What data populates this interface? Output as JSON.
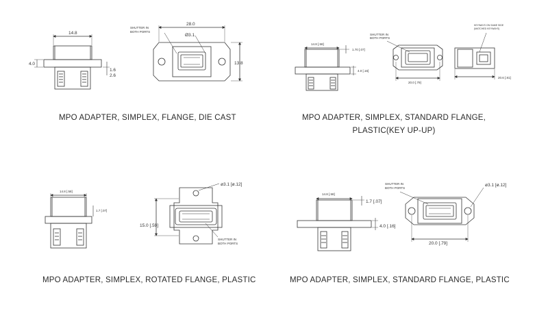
{
  "panels": [
    {
      "caption": "MPO ADAPTER, SIMPLEX, FLANGE, DIE CAST",
      "side": {
        "width": "14.8",
        "height": "4.0",
        "flange": "1.6",
        "flange2": "2.6"
      },
      "front": {
        "width": "28.0",
        "hole": "Ø3.1",
        "height": "13.8",
        "shutter": [
          "SHUTTER IN",
          "BOTH PORTS"
        ]
      }
    },
    {
      "caption_lines": [
        "MPO ADAPTER, SIMPLEX, STANDARD FLANGE,",
        "PLASTIC(KEY UP-UP)"
      ],
      "side": {
        "width": "14.8 [.58]",
        "top": "1.70 [.07]",
        "height": "4.0 [.16]"
      },
      "front": {
        "width": "20.0 [.79]",
        "shutter": [
          "SHUTTER IN",
          "BOTH PORTS"
        ]
      },
      "back": {
        "width": "20.6 [.81]",
        "note": [
          "KEYWAYS ON SAME SIDE",
          "(MATCHED KEYWAYS)"
        ]
      }
    },
    {
      "caption": "MPO ADAPTER, SIMPLEX, ROTATED FLANGE, PLASTIC",
      "side": {
        "width": "14.8 [.58]",
        "top": "1.7 [.07]"
      },
      "front": {
        "hole": "ø3.1 [ø.12]",
        "height": "15.0 [.59]",
        "shutter": [
          "SHUTTER IN",
          "BOTH PORTS"
        ]
      }
    },
    {
      "caption": "MPO ADAPTER, SIMPLEX, STANDARD FLANGE, PLASTIC",
      "side": {
        "width": "14.8 [.58]",
        "top": "1.7 [.07]",
        "height": "4.0 [.16]"
      },
      "front": {
        "hole": "ø3.1 [ø.12]",
        "width": "20.0 [.79]",
        "shutter": [
          "SHUTTER IN",
          "BOTH PORTS"
        ]
      }
    }
  ]
}
